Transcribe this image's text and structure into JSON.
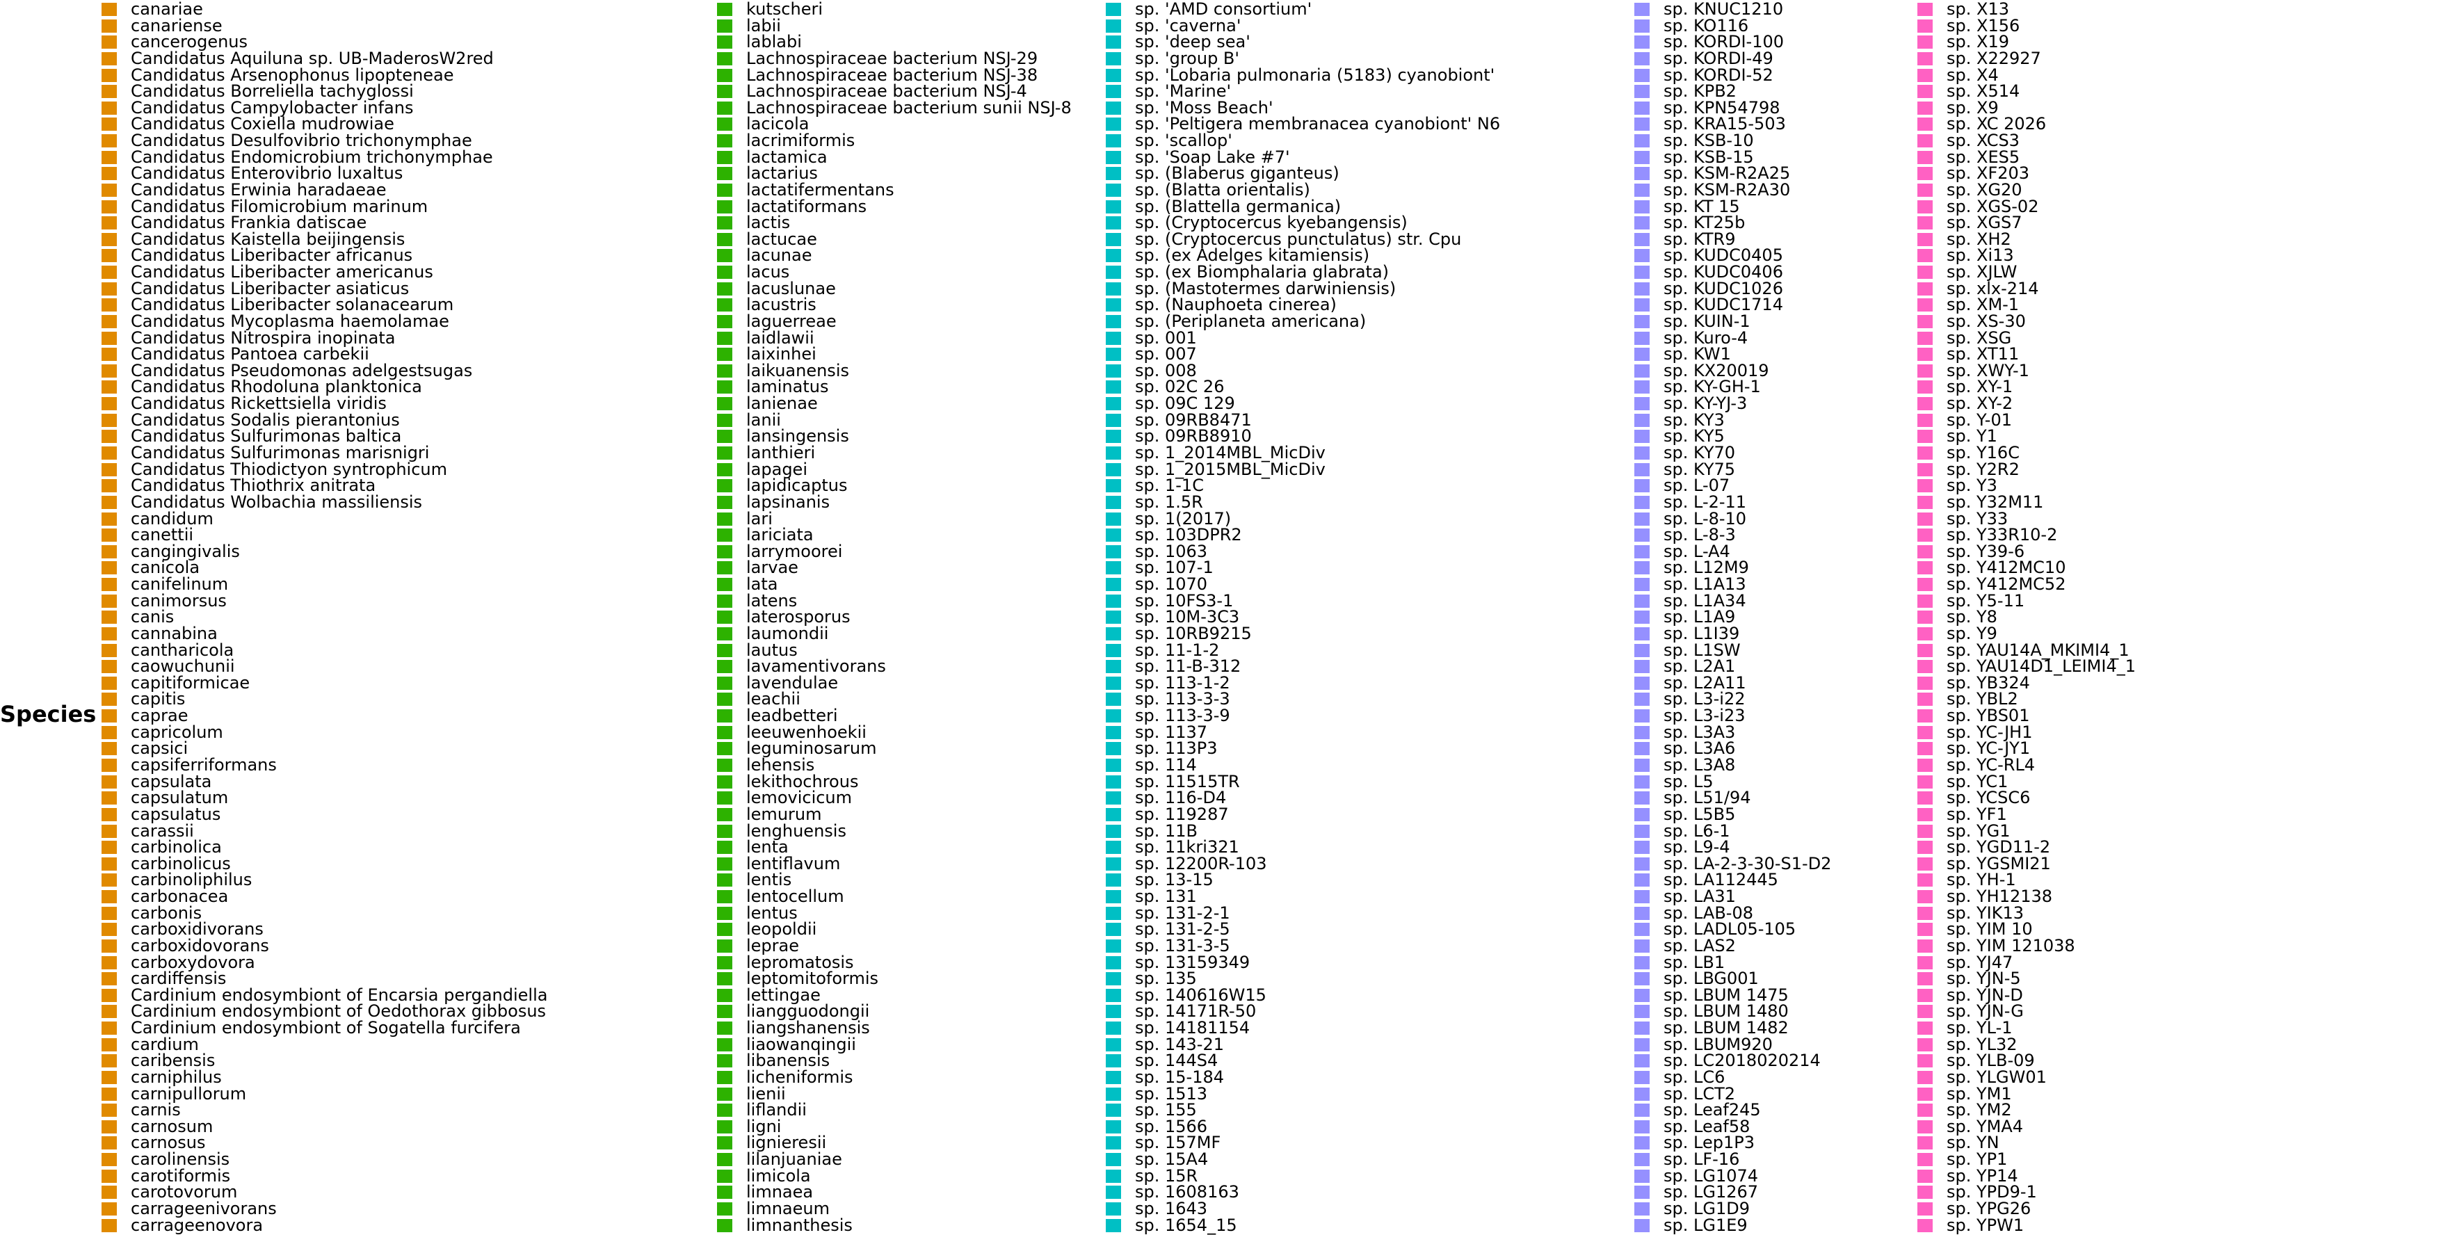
{
  "chart_data": {
    "type": "legend",
    "legend_title": "Species",
    "columns": [
      {
        "color": "#E08A00",
        "items": [
          "canariae",
          "canariense",
          "cancerogenus",
          "Candidatus Aquiluna sp. UB-MaderosW2red",
          "Candidatus Arsenophonus lipopteneae",
          "Candidatus Borreliella tachyglossi",
          "Candidatus Campylobacter infans",
          "Candidatus Coxiella mudrowiae",
          "Candidatus Desulfovibrio trichonymphae",
          "Candidatus Endomicrobium trichonymphae",
          "Candidatus Enterovibrio luxaltus",
          "Candidatus Erwinia haradaeae",
          "Candidatus Filomicrobium marinum",
          "Candidatus Frankia datiscae",
          "Candidatus Kaistella beijingensis",
          "Candidatus Liberibacter africanus",
          "Candidatus Liberibacter americanus",
          "Candidatus Liberibacter asiaticus",
          "Candidatus Liberibacter solanacearum",
          "Candidatus Mycoplasma haemolamae",
          "Candidatus Nitrospira inopinata",
          "Candidatus Pantoea carbekii",
          "Candidatus Pseudomonas adelgestsugas",
          "Candidatus Rhodoluna planktonica",
          "Candidatus Rickettsiella viridis",
          "Candidatus Sodalis pierantonius",
          "Candidatus Sulfurimonas baltica",
          "Candidatus Sulfurimonas marisnigri",
          "Candidatus Thiodictyon syntrophicum",
          "Candidatus Thiothrix anitrata",
          "Candidatus Wolbachia massiliensis",
          "candidum",
          "canettii",
          "cangingivalis",
          "canicola",
          "canifelinum",
          "canimorsus",
          "canis",
          "cannabina",
          "cantharicola",
          "caowuchunii",
          "capitiformicae",
          "capitis",
          "caprae",
          "capricolum",
          "capsici",
          "capsiferriformans",
          "capsulata",
          "capsulatum",
          "capsulatus",
          "carassii",
          "carbinolica",
          "carbinolicus",
          "carbinoliphilus",
          "carbonacea",
          "carbonis",
          "carboxidivorans",
          "carboxidovorans",
          "carboxydovora",
          "cardiffensis",
          "Cardinium endosymbiont of Encarsia pergandiella",
          "Cardinium endosymbiont of Oedothorax gibbosus",
          "Cardinium endosymbiont of Sogatella furcifera",
          "cardium",
          "caribensis",
          "carniphilus",
          "carnipullorum",
          "carnis",
          "carnosum",
          "carnosus",
          "carolinensis",
          "carotiformis",
          "carotovorum",
          "carrageenivorans",
          "carrageenovora"
        ]
      },
      {
        "color": "#2DB200",
        "items": [
          "kutscheri",
          "labii",
          "lablabi",
          "Lachnospiraceae bacterium NSJ-29",
          "Lachnospiraceae bacterium NSJ-38",
          "Lachnospiraceae bacterium NSJ-4",
          "Lachnospiraceae bacterium sunii NSJ-8",
          "lacicola",
          "lacrimiformis",
          "lactamica",
          "lactarius",
          "lactatifermentans",
          "lactatiformans",
          "lactis",
          "lactucae",
          "lacunae",
          "lacus",
          "lacuslunae",
          "lacustris",
          "laguerreae",
          "laidlawii",
          "laixinhei",
          "laikuanensis",
          "laminatus",
          "lanienae",
          "lanii",
          "lansingensis",
          "lanthieri",
          "lapagei",
          "lapidicaptus",
          "lapsinanis",
          "lari",
          "lariciata",
          "larrymoorei",
          "larvae",
          "lata",
          "latens",
          "laterosporus",
          "laumondii",
          "lautus",
          "lavamentivorans",
          "lavendulae",
          "leachii",
          "leadbetteri",
          "leeuwenhoekii",
          "leguminosarum",
          "lehensis",
          "lekithochrous",
          "lemovicicum",
          "lemurum",
          "lenghuensis",
          "lenta",
          "lentiflavum",
          "lentis",
          "lentocellum",
          "lentus",
          "leopoldii",
          "leprae",
          "lepromatosis",
          "leptomitoformis",
          "lettingae",
          "liangguodongii",
          "liangshanensis",
          "liaowanqingii",
          "libanensis",
          "licheniformis",
          "lienii",
          "liflandii",
          "ligni",
          "lignieresii",
          "lilanjuaniae",
          "limicola",
          "limnaea",
          "limnaeum",
          "limnanthesis"
        ]
      },
      {
        "color": "#00BFC4",
        "items": [
          "sp. 'AMD consortium'",
          "sp. 'caverna'",
          "sp. 'deep sea'",
          "sp. 'group B'",
          "sp. 'Lobaria pulmonaria (5183) cyanobiont'",
          "sp. 'Marine'",
          "sp. 'Moss Beach'",
          "sp. 'Peltigera membranacea cyanobiont' N6",
          "sp. 'scallop'",
          "sp. 'Soap Lake #7'",
          "sp. (Blaberus giganteus)",
          "sp. (Blatta orientalis)",
          "sp. (Blattella germanica)",
          "sp. (Cryptocercus kyebangensis)",
          "sp. (Cryptocercus punctulatus) str. Cpu",
          "sp. (ex Adelges kitamiensis)",
          "sp. (ex Biomphalaria glabrata)",
          "sp. (Mastotermes darwiniensis)",
          "sp. (Nauphoeta cinerea)",
          "sp. (Periplaneta americana)",
          "sp. 001",
          "sp. 007",
          "sp. 008",
          "sp. 02C 26",
          "sp. 09C 129",
          "sp. 09RB8471",
          "sp. 09RB8910",
          "sp. 1_2014MBL_MicDiv",
          "sp. 1_2015MBL_MicDiv",
          "sp. 1-1C",
          "sp. 1.5R",
          "sp. 1(2017)",
          "sp. 103DPR2",
          "sp. 1063",
          "sp. 107-1",
          "sp. 1070",
          "sp. 10FS3-1",
          "sp. 10M-3C3",
          "sp. 10RB9215",
          "sp. 11-1-2",
          "sp. 11-B-312",
          "sp. 113-1-2",
          "sp. 113-3-3",
          "sp. 113-3-9",
          "sp. 1137",
          "sp. 113P3",
          "sp. 114",
          "sp. 11515TR",
          "sp. 116-D4",
          "sp. 119287",
          "sp. 11B",
          "sp. 11kri321",
          "sp. 12200R-103",
          "sp. 13-15",
          "sp. 131",
          "sp. 131-2-1",
          "sp. 131-2-5",
          "sp. 131-3-5",
          "sp. 13159349",
          "sp. 135",
          "sp. 140616W15",
          "sp. 14171R-50",
          "sp. 14181154",
          "sp. 143-21",
          "sp. 144S4",
          "sp. 15-184",
          "sp. 1513",
          "sp. 155",
          "sp. 1566",
          "sp. 157MF",
          "sp. 15A4",
          "sp. 15R",
          "sp. 1608163",
          "sp. 1643",
          "sp. 1654_15"
        ]
      },
      {
        "color": "#9590FF",
        "items": [
          "sp. KNUC1210",
          "sp. KO116",
          "sp. KORDI-100",
          "sp. KORDI-49",
          "sp. KORDI-52",
          "sp. KPB2",
          "sp. KPN54798",
          "sp. KRA15-503",
          "sp. KSB-10",
          "sp. KSB-15",
          "sp. KSM-R2A25",
          "sp. KSM-R2A30",
          "sp. KT 15",
          "sp. KT25b",
          "sp. KTR9",
          "sp. KUDC0405",
          "sp. KUDC0406",
          "sp. KUDC1026",
          "sp. KUDC1714",
          "sp. KUIN-1",
          "sp. Kuro-4",
          "sp. KW1",
          "sp. KX20019",
          "sp. KY-GH-1",
          "sp. KY-YJ-3",
          "sp. KY3",
          "sp. KY5",
          "sp. KY70",
          "sp. KY75",
          "sp. L-07",
          "sp. L-2-11",
          "sp. L-8-10",
          "sp. L-8-3",
          "sp. L-A4",
          "sp. L12M9",
          "sp. L1A13",
          "sp. L1A34",
          "sp. L1A9",
          "sp. L1I39",
          "sp. L1SW",
          "sp. L2A1",
          "sp. L2A11",
          "sp. L3-i22",
          "sp. L3-i23",
          "sp. L3A3",
          "sp. L3A6",
          "sp. L3A8",
          "sp. L5",
          "sp. L51/94",
          "sp. L5B5",
          "sp. L6-1",
          "sp. L9-4",
          "sp. LA-2-3-30-S1-D2",
          "sp. LA112445",
          "sp. LA31",
          "sp. LAB-08",
          "sp. LADL05-105",
          "sp. LAS2",
          "sp. LB1",
          "sp. LBG001",
          "sp. LBUM 1475",
          "sp. LBUM 1480",
          "sp. LBUM 1482",
          "sp. LBUM920",
          "sp. LC2018020214",
          "sp. LC6",
          "sp. LCT2",
          "sp. Leaf245",
          "sp. Leaf58",
          "sp. Lep1P3",
          "sp. LF-16",
          "sp. LG1074",
          "sp. LG1267",
          "sp. LG1D9",
          "sp. LG1E9"
        ]
      },
      {
        "color": "#FF61C3",
        "items": [
          "sp. X13",
          "sp. X156",
          "sp. X19",
          "sp. X22927",
          "sp. X4",
          "sp. X514",
          "sp. X9",
          "sp. XC 2026",
          "sp. XCS3",
          "sp. XES5",
          "sp. XF203",
          "sp. XG20",
          "sp. XGS-02",
          "sp. XGS7",
          "sp. XH2",
          "sp. Xi13",
          "sp. XJLW",
          "sp. xlx-214",
          "sp. XM-1",
          "sp. XS-30",
          "sp. XSG",
          "sp. XT11",
          "sp. XWY-1",
          "sp. XY-1",
          "sp. XY-2",
          "sp. Y-01",
          "sp. Y1",
          "sp. Y16C",
          "sp. Y2R2",
          "sp. Y3",
          "sp. Y32M11",
          "sp. Y33",
          "sp. Y33R10-2",
          "sp. Y39-6",
          "sp. Y412MC10",
          "sp. Y412MC52",
          "sp. Y5-11",
          "sp. Y8",
          "sp. Y9",
          "sp. YAU14A_MKIMI4_1",
          "sp. YAU14D1_LEIMI4_1",
          "sp. YB324",
          "sp. YBL2",
          "sp. YBS01",
          "sp. YC-JH1",
          "sp. YC-JY1",
          "sp. YC-RL4",
          "sp. YC1",
          "sp. YCSC6",
          "sp. YF1",
          "sp. YG1",
          "sp. YGD11-2",
          "sp. YGSMI21",
          "sp. YH-1",
          "sp. YH12138",
          "sp. YIK13",
          "sp. YIM 10",
          "sp. YIM 121038",
          "sp. YJ47",
          "sp. YJN-5",
          "sp. YJN-D",
          "sp. YJN-G",
          "sp. YL-1",
          "sp. YL32",
          "sp. YLB-09",
          "sp. YLGW01",
          "sp. YM1",
          "sp. YM2",
          "sp. YMA4",
          "sp. YN",
          "sp. YP1",
          "sp. YP14",
          "sp. YPD9-1",
          "sp. YPG26",
          "sp. YPW1"
        ]
      }
    ]
  }
}
